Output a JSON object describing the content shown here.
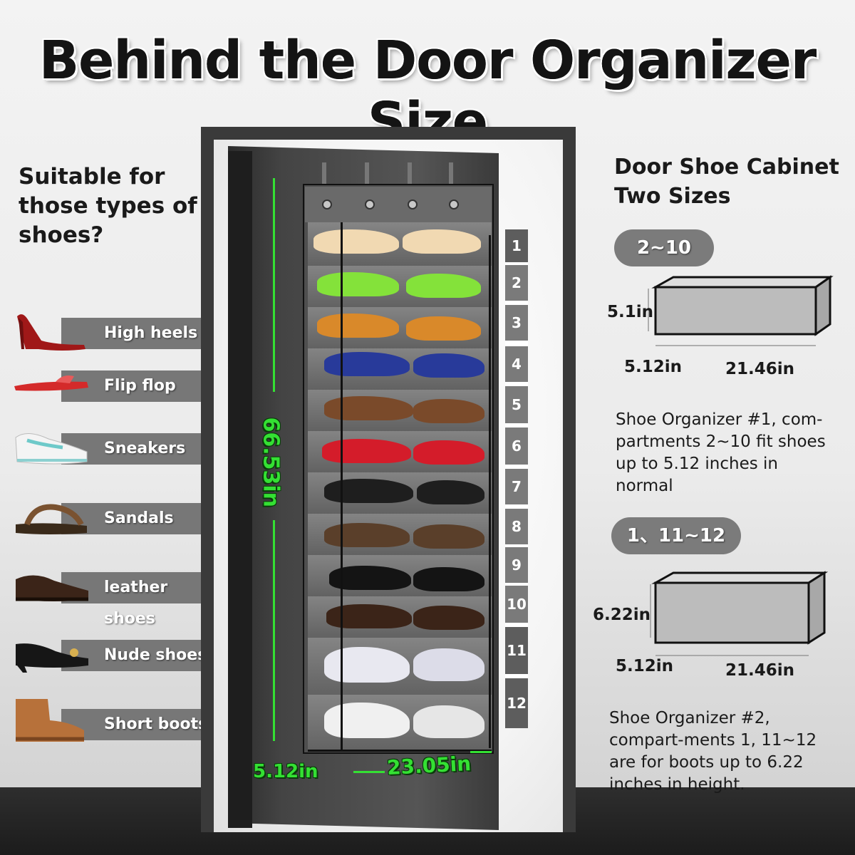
{
  "title": "Behind the Door Organizer Size",
  "left": {
    "heading": "Suitable for those types of shoes?",
    "types": [
      {
        "label": "High heels",
        "icon": "high-heel-icon"
      },
      {
        "label": "Flip flop",
        "icon": "flip-flop-icon"
      },
      {
        "label": "Sneakers",
        "icon": "sneaker-icon"
      },
      {
        "label": "Sandals",
        "icon": "sandal-icon"
      },
      {
        "label": "leather shoes",
        "icon": "leather-shoe-icon"
      },
      {
        "label": "Nude shoes",
        "icon": "nude-shoe-icon"
      },
      {
        "label": "Short boots",
        "icon": "short-boot-icon"
      }
    ]
  },
  "door": {
    "height": "66.53in",
    "depth": "5.12in",
    "width": "23.05in",
    "compartments": [
      "1",
      "2",
      "3",
      "4",
      "5",
      "6",
      "7",
      "8",
      "9",
      "10",
      "11",
      "12"
    ]
  },
  "right": {
    "heading": "Door Shoe Cabinet Two Sizes",
    "size1": {
      "pill": "2~10",
      "height": "5.1in",
      "depth": "5.12in",
      "length": "21.46in",
      "desc": "Shoe Organizer #1, com-partments 2~10 fit shoes up to 5.12 inches in normal"
    },
    "size2": {
      "pill": "1、11~12",
      "height": "6.22in",
      "depth": "5.12in",
      "length": "21.46in",
      "desc": "Shoe Organizer #2, compart-ments 1, 11~12 are for boots up to 6.22 inches in height."
    }
  },
  "colors": {
    "accent_green": "#34e033",
    "label_gray": "#777777",
    "pill_gray": "#7b7b7b",
    "frame": "#3a3a3a"
  },
  "section-prefix": "a"
}
